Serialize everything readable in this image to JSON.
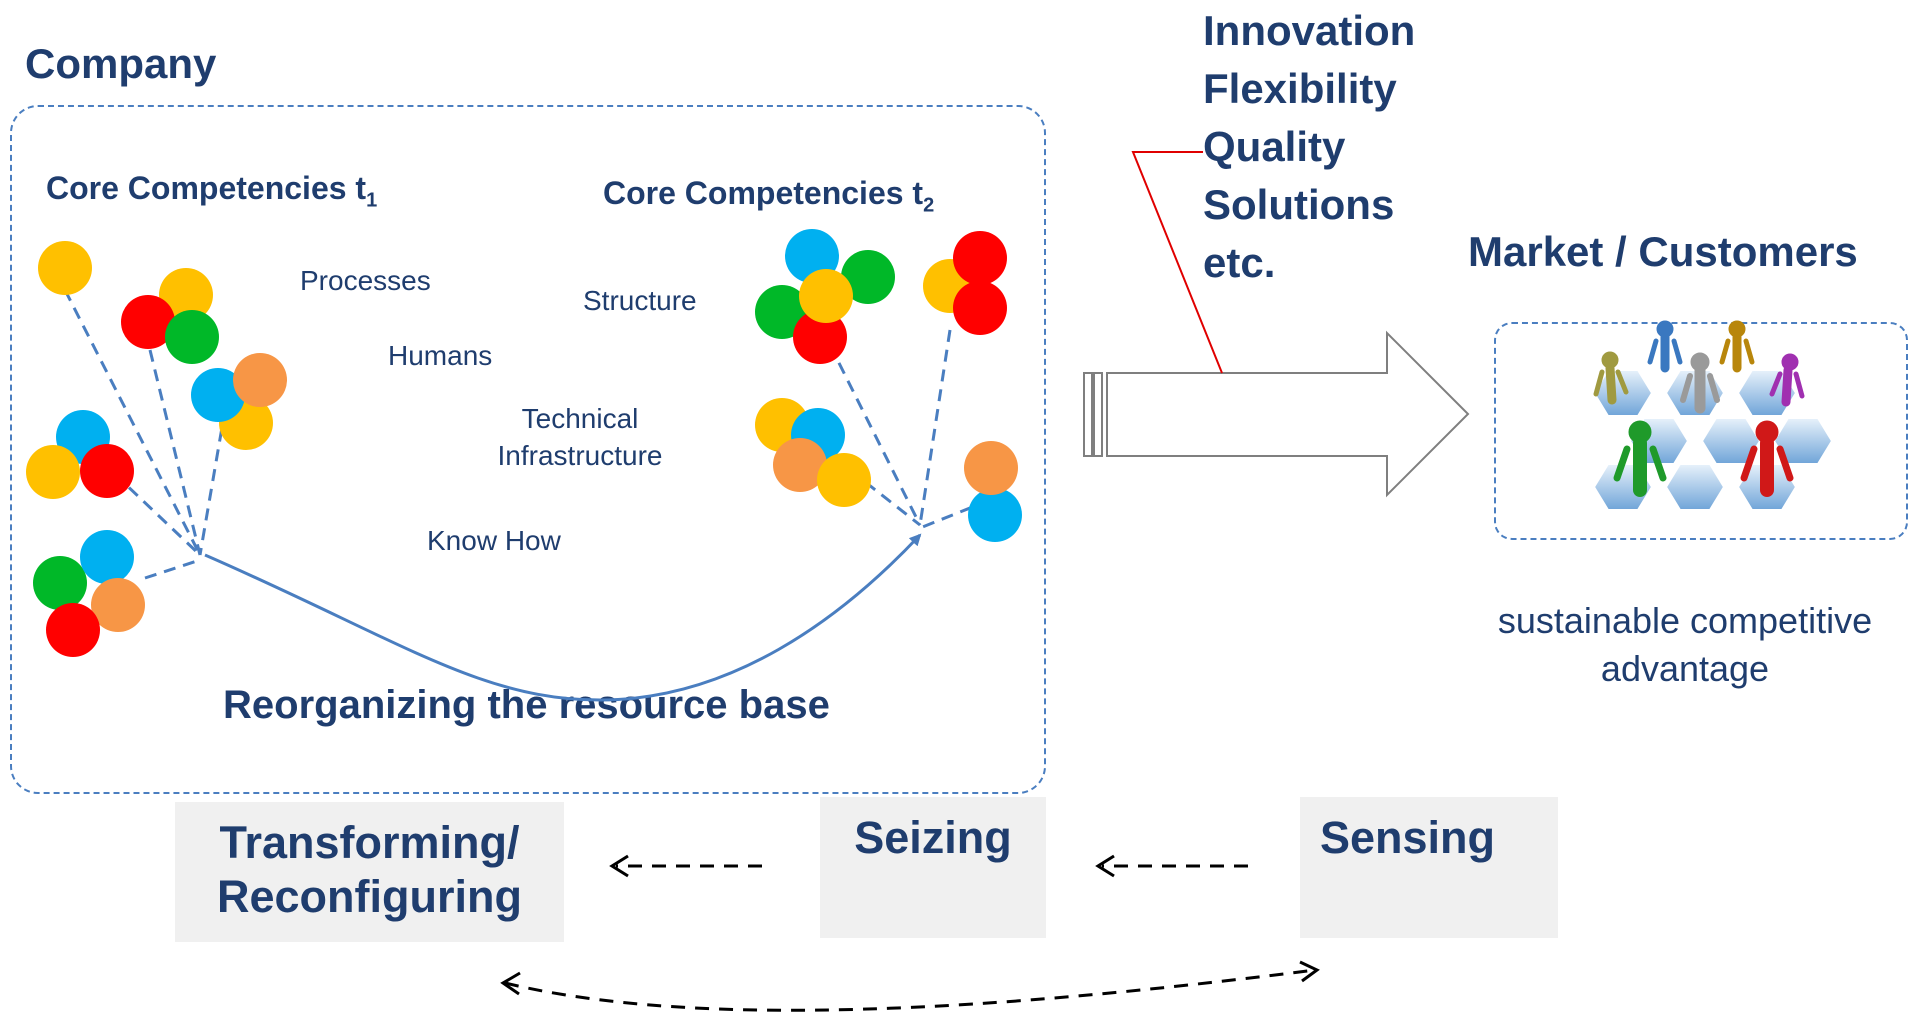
{
  "company": {
    "title": "Company",
    "core_t1": {
      "label": "Core Competencies t",
      "sub": "1"
    },
    "core_t2": {
      "label": "Core Competencies t",
      "sub": "2"
    },
    "resources": [
      "Processes",
      "Humans",
      "Structure",
      "Technical\nInfrastructure",
      "Know How"
    ],
    "reorganizing": "Reorganizing the resource base"
  },
  "value_props": [
    "Innovation",
    "Flexibility",
    "Quality",
    "Solutions",
    "etc."
  ],
  "market": {
    "title": "Market / Customers",
    "advantage": "sustainable competitive\nadvantage"
  },
  "phases": {
    "transforming": "Transforming/\nReconfiguring",
    "seizing": "Seizing",
    "sensing": "Sensing"
  },
  "colors": {
    "primary": "#1f3d6e",
    "border": "#4a7ec0",
    "yellow": "#ffc000",
    "red": "#ff0000",
    "green": "#00b828",
    "cyan": "#00b0f0",
    "orange": "#f79646",
    "connector": "#e00000"
  }
}
